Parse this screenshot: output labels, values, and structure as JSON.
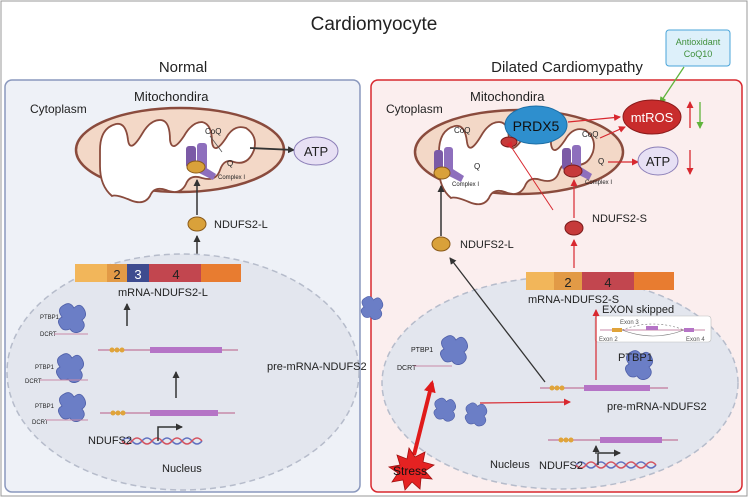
{
  "title": "Cardiomyocyte",
  "normal": {
    "title": "Normal",
    "cytoplasm": "Cytoplasm",
    "mitochondria": "Mitochondira",
    "coq": "CoQ",
    "q": "Q",
    "complex": "Complex I",
    "atp": "ATP",
    "protein": "NDUFS2-L",
    "exon_a": "2",
    "exon_b": "3",
    "exon_c": "4",
    "mrna": "mRNA-NDUFS2-L",
    "ptbp1": "PTBP1",
    "dcrt": "DCRT",
    "premrna": "pre-mRNA-NDUFS2",
    "gene": "NDUFS2",
    "nucleus": "Nucleus"
  },
  "dcm": {
    "title": "Dilated Cardiomypathy",
    "cytoplasm": "Cytoplasm",
    "mitochondria": "Mitochondira",
    "prdx5": "PRDX5",
    "mtros": "mtROS",
    "antioxidant_line1": "Antioxidant",
    "antioxidant_line2": "CoQ10",
    "coq_left": "CoQ",
    "coq_right": "CoQ",
    "q_left": "Q",
    "q_right": "Q",
    "complex_left": "Complex I",
    "complex_right": "Complex I",
    "atp": "ATP",
    "protein_l": "NDUFS2-L",
    "protein_s": "NDUFS2-S",
    "exon_a": "2",
    "exon_c": "4",
    "mrna": "mRNA-NDUFS2-S",
    "exon_skipped": "EXON skipped",
    "exon2": "Exon 2",
    "exon3": "Exon 3",
    "exon4": "Exon 4",
    "ptbp1_left": "PTBP1",
    "ptbp1_center": "PTBP1",
    "dcrt": "DCRT",
    "premrna": "pre-mRNA-NDUFS2",
    "gene": "NDUFS2",
    "nucleus": "Nucleus",
    "stress": "Stress"
  }
}
